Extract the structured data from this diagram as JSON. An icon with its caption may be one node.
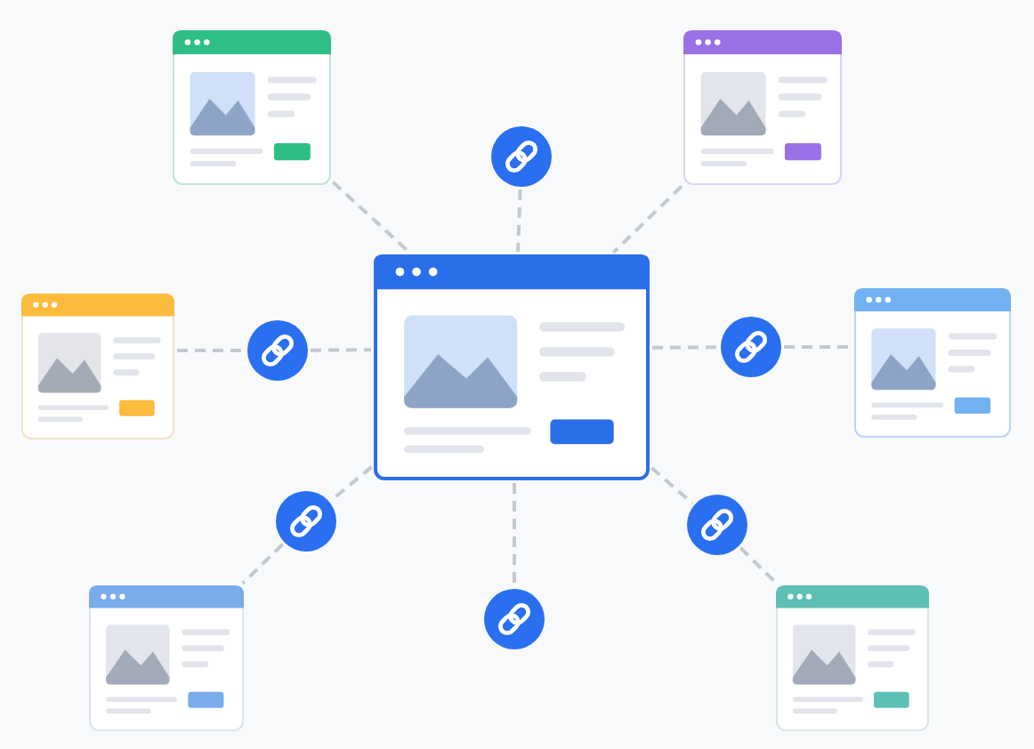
{
  "diagram": {
    "nodes": [
      {
        "text": [],
        "shape": "picture"
      },
      {
        "text": [],
        "shape": "picture"
      },
      {
        "text": [],
        "shape": "circle"
      },
      {
        "text": [],
        "shape": "picture"
      },
      {
        "text": [],
        "shape": "circle"
      },
      {
        "text": [],
        "shape": "picture"
      },
      {
        "text": [],
        "shape": "circle"
      },
      {
        "text": [],
        "shape": "picture"
      },
      {
        "text": [],
        "shape": "circle"
      },
      {
        "text": [],
        "shape": "circle"
      },
      {
        "text": [],
        "shape": "circle"
      },
      {
        "text": [],
        "shape": "picture"
      },
      {
        "text": [],
        "shape": "picture"
      }
    ],
    "edges": [
      {
        "from": 0,
        "to": 5,
        "arrow": "none",
        "style": "dashed"
      },
      {
        "from": 1,
        "to": 5,
        "arrow": "none",
        "style": "dashed"
      },
      {
        "from": 2,
        "to": 5,
        "arrow": "none",
        "style": "dashed"
      },
      {
        "from": 3,
        "to": 4,
        "arrow": "none",
        "style": "dashed"
      },
      {
        "from": 4,
        "to": 5,
        "arrow": "none",
        "style": "dashed"
      },
      {
        "from": 5,
        "to": 6,
        "arrow": "none",
        "style": "dashed"
      },
      {
        "from": 6,
        "to": 7,
        "arrow": "none",
        "style": "dashed"
      },
      {
        "from": 5,
        "to": 8,
        "arrow": "none",
        "style": "dashed"
      },
      {
        "from": 8,
        "to": 11,
        "arrow": "none",
        "style": "dashed"
      },
      {
        "from": 5,
        "to": 9,
        "arrow": "none",
        "style": "dashed"
      },
      {
        "from": 9,
        "to": 12,
        "arrow": "none",
        "style": "dashed"
      },
      {
        "from": 5,
        "to": 10,
        "arrow": "none",
        "style": "dashed"
      }
    ]
  }
}
